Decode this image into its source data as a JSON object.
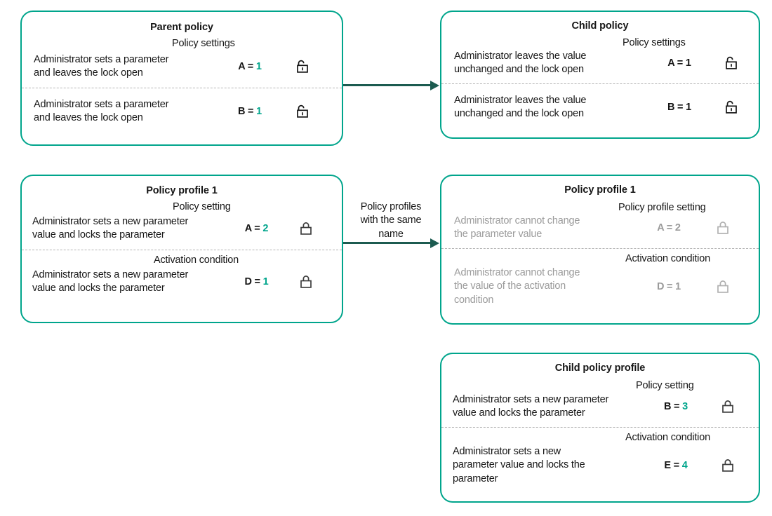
{
  "diagram": {
    "accent_color": "#00A58C",
    "arrow_color": "#1C5B50",
    "text_color": "#161616",
    "muted_color": "#9b9b9b"
  },
  "cards": {
    "parent_policy": {
      "title": "Parent policy",
      "sections": [
        {
          "label": "Policy settings",
          "desc": "Administrator sets a parameter\nand leaves the lock open",
          "param": "A =",
          "value": "1",
          "lock": "lock-open-icon"
        },
        {
          "label": "",
          "desc": "Administrator sets a parameter\nand  leaves the lock open",
          "param": "B =",
          "value": "1",
          "lock": "lock-open-icon"
        }
      ]
    },
    "child_policy": {
      "title": "Child policy",
      "sections": [
        {
          "label": "Policy settings",
          "desc": "Administrator leaves the value\nunchanged and the lock open",
          "param": "A =",
          "value": "1",
          "lock": "lock-open-icon"
        },
        {
          "label": "",
          "desc": "Administrator leaves the value\nunchanged and the lock open",
          "param": "B =",
          "value": "1",
          "lock": "lock-open-icon"
        }
      ]
    },
    "policy_profile_1_left": {
      "title": "Policy profile 1",
      "sections": [
        {
          "label": "Policy setting",
          "desc": "Administrator sets a new parameter\nvalue and locks the parameter",
          "param": "A =",
          "value": "2",
          "lock": "lock-closed-icon"
        },
        {
          "label": "Activation condition",
          "desc": "Administrator sets a new parameter\nvalue and locks the parameter",
          "param": "D =",
          "value": "1",
          "lock": "lock-closed-icon"
        }
      ]
    },
    "policy_profile_1_right": {
      "title": "Policy profile 1",
      "sections": [
        {
          "label": "Policy profile setting",
          "desc": "Administrator cannot change\nthe parameter value",
          "param": "A =",
          "value": "2",
          "lock": "lock-closed-icon"
        },
        {
          "label": "Activation condition",
          "desc": "Administrator cannot change\nthe value of the activation\ncondition",
          "param": "D =",
          "value": "1",
          "lock": "lock-closed-icon"
        }
      ]
    },
    "child_policy_profile": {
      "title": "Child policy profile",
      "sections": [
        {
          "label": "Policy setting",
          "desc": "Administrator sets a new parameter\n value and locks the parameter",
          "param": "B =",
          "value": "3",
          "lock": "lock-closed-icon"
        },
        {
          "label": "Activation condition",
          "desc": "Administrator sets a new\nparameter value and locks the\nparameter",
          "param": "E =",
          "value": "4",
          "lock": "lock-closed-icon"
        }
      ]
    }
  },
  "arrows": {
    "top": {
      "label": ""
    },
    "middle": {
      "label": "Policy profiles\nwith the same\nname"
    }
  }
}
